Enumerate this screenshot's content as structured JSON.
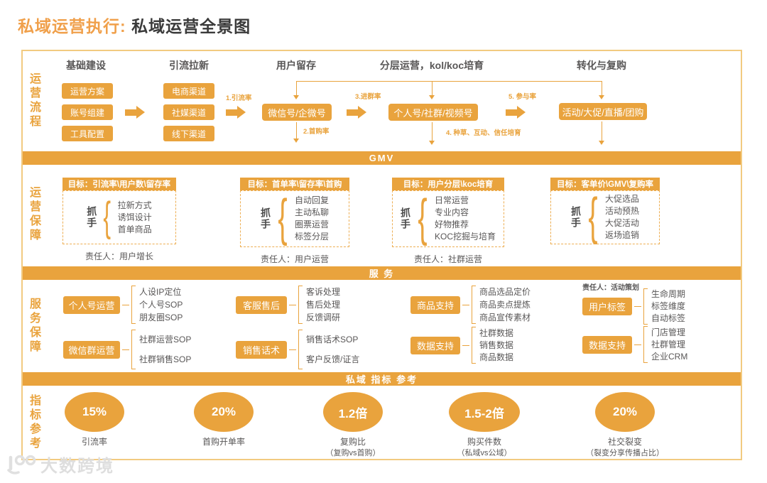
{
  "title": {
    "prefix": "私域运营执行:",
    "main": "私域运营全景图"
  },
  "colors": {
    "orange": "#E9A33D",
    "outer_border": "#F2CA80",
    "text_gray": "#595757"
  },
  "flow": {
    "section_label": "运营流程",
    "headers": [
      "基础建设",
      "引流拉新",
      "用户留存",
      "分层运营，kol/koc培育",
      "转化与复购"
    ],
    "base_items": [
      "运营方案",
      "账号组建",
      "工具配置"
    ],
    "channel_items": [
      "电商渠道",
      "社媒渠道",
      "线下渠道"
    ],
    "nodes": [
      "微信号/企微号",
      "个人号/社群/视频号",
      "活动/大促/直播/团购"
    ],
    "arrow_labels": [
      "1.引流率",
      "2.首购率",
      "3.进群率",
      "4. 种草、互动、信任培育",
      "5. 参与率"
    ]
  },
  "bands": {
    "gmv": "GMV",
    "service": "服 务",
    "metrics": "私域 指标 参考"
  },
  "assurance": {
    "section_label": "运营保障",
    "handle_label": "抓手",
    "groups": [
      {
        "goal": "目标：引流率\\用户数\\留存率",
        "items": [
          "拉新方式",
          "诱饵设计",
          "首单商品"
        ],
        "owner": "责任人：用户增长"
      },
      {
        "goal": "目标：首单率\\留存率\\首购",
        "items": [
          "自动回复",
          "主动私聊",
          "圈票运营",
          "标签分层"
        ],
        "owner": "责任人：用户运营"
      },
      {
        "goal": "目标：用户分层\\koc培育",
        "items": [
          "日常运营",
          "专业内容",
          "好物推荐",
          "KOC挖掘与培育"
        ],
        "owner": "责任人：社群运营"
      },
      {
        "goal": "目标：客单价\\GMV\\复购率",
        "items": [
          "大促选品",
          "活动预热",
          "大促活动",
          "返场追销"
        ],
        "owner": ""
      }
    ]
  },
  "services": {
    "section_label": "服务保障",
    "owner_note": "责任人：活动策划",
    "cells": [
      {
        "box": "个人号运营",
        "items": [
          "人设IP定位",
          "个人号SOP",
          "朋友圈SOP"
        ]
      },
      {
        "box": "微信群运营",
        "items": [
          "社群运营SOP",
          "社群销售SOP"
        ]
      },
      {
        "box": "客服售后",
        "items": [
          "客诉处理",
          "售后处理",
          "反馈调研"
        ]
      },
      {
        "box": "销售话术",
        "items": [
          "销售话术SOP",
          "客户反馈/证言"
        ]
      },
      {
        "box": "商品支持",
        "items": [
          "商品选品定价",
          "商品卖点提炼",
          "商品宣传素材"
        ]
      },
      {
        "box": "数据支持",
        "items": [
          "社群数据",
          "销售数据",
          "商品数据"
        ]
      },
      {
        "box": "用户标签",
        "items": [
          "生命周期",
          "标签维度",
          "自动标签"
        ]
      },
      {
        "box": "数据支持",
        "items": [
          "门店管理",
          "社群管理",
          "企业CRM"
        ]
      }
    ]
  },
  "metrics": {
    "section_label": "指标参考",
    "items": [
      {
        "value": "15%",
        "label": "引流率",
        "sub": ""
      },
      {
        "value": "20%",
        "label": "首购开单率",
        "sub": ""
      },
      {
        "value": "1.2倍",
        "label": "复购比",
        "sub": "（复购vs首购）"
      },
      {
        "value": "1.5-2倍",
        "label": "购买件数",
        "sub": "（私域vs公域）"
      },
      {
        "value": "20%",
        "label": "社交裂变",
        "sub": "（裂变分享传播占比）"
      }
    ]
  },
  "watermark": {
    "text": "大数跨境"
  }
}
